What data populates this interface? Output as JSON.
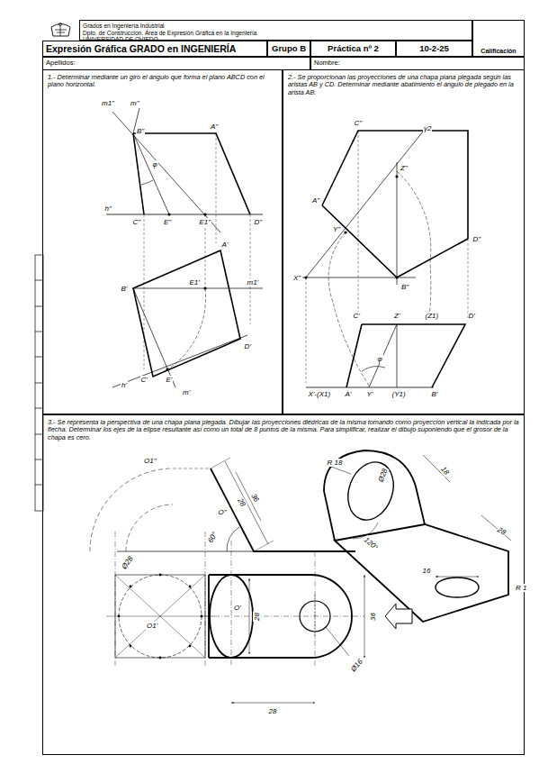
{
  "diagram": {
    "nodes": [
      {
        "text": [
          "Grados en Ingeniería Industrial",
          "Dpto. de Construcción. Área de Expresión Gráfica en la Ingeniería",
          "UNIVERSIDAD DE OVIEDO"
        ]
      },
      {
        "text": [
          "Expresión Gráfica GRADO en INGENIERÍA"
        ]
      },
      {
        "text": [
          "Grupo B"
        ]
      },
      {
        "text": [
          "Práctica nº 2"
        ]
      },
      {
        "text": [
          "10-2-25"
        ]
      },
      {
        "text": [
          "Calificación"
        ]
      },
      {
        "text": [
          "Apellidos:"
        ]
      },
      {
        "text": [
          "Nombre:"
        ]
      },
      {
        "text": [
          "1.- Determinar mediante un giro el ángulo que forma el plano ABCD con el plano horizontal."
        ]
      },
      {
        "text": [
          "2.- Se proporcionan las proyecciones de una chapa plana plegada según las aristas AB y CD. Determinar mediante abatimiento el ángulo de plegado en la arista AB."
        ]
      },
      {
        "text": [
          "3.- Se representa la perspectiva de una chapa plana plegada. Dibujar las proyecciones diédricas de la misma tomando como proyección vertical la indicada por la flecha. Determinar los ejes de la elipse resultante así como un total de 8 puntos de la misma. Para simplificar, realizar el dibujo suponiendo que el grosor de la chapa es cero."
        ]
      }
    ],
    "labels": [
      "m1\"",
      "m\"",
      "B\"",
      "A\"",
      "h\"",
      "φ",
      "C\"",
      "E\"",
      "E1\"",
      "D\"",
      "A'",
      "B'",
      "E1'",
      "m1'",
      "D'",
      "C'",
      "E'",
      "h'",
      "m'",
      "C\"",
      "γ2",
      "Z\"",
      "A\"",
      "Y\"",
      "D\"",
      "X\"",
      "B\"",
      "C'",
      "Z'",
      "(Z1)",
      "D'",
      "X'-(X1)",
      "A'",
      "Y'",
      "(Y1)",
      "B'",
      "φ",
      "O1\"",
      "36",
      "28",
      "O\"",
      "60°",
      "Ø28",
      "O1'",
      "O'",
      "28",
      "36",
      "Ø16",
      "28",
      "R 18",
      "Ø28",
      "18",
      "28",
      "120°",
      "16",
      "R 1"
    ]
  }
}
